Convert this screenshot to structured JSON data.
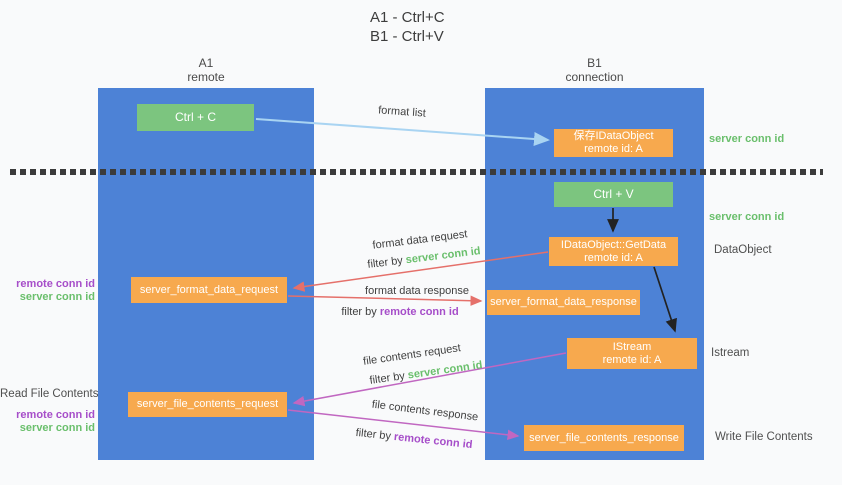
{
  "title": {
    "line1": "A1 - Ctrl+C",
    "line2": "B1 - Ctrl+V"
  },
  "columns": {
    "left": {
      "name": "A1",
      "subtitle": "remote"
    },
    "right": {
      "name": "B1",
      "subtitle": "connection"
    }
  },
  "nodes": {
    "ctrl_c": "Ctrl + C",
    "ctrl_v": "Ctrl + V",
    "save_dataobject": {
      "line1": "保存IDataObject",
      "line2": "remote id: A"
    },
    "getdata": {
      "line1": "IDataObject::GetData",
      "line2": "remote id: A"
    },
    "istream": {
      "line1": "IStream",
      "line2": "remote id: A"
    },
    "server_format_data_request": "server_format_data_request",
    "server_format_data_response": "server_format_data_response",
    "server_file_contents_request": "server_file_contents_request",
    "server_file_contents_response": "server_file_contents_response"
  },
  "side_labels": {
    "server_conn_id_top": "server conn id",
    "server_conn_id_middle": "server conn id",
    "dataobject": "DataObject",
    "istream": "Istream",
    "write_file_contents": "Write File Contents",
    "read_file_contents": "Read File Contents",
    "remote_conn_id_format": "remote conn id",
    "server_conn_id_format": "server conn id",
    "remote_conn_id_file": "remote conn id",
    "server_conn_id_file": "server conn id"
  },
  "arrow_labels": {
    "format_list": "format list",
    "format_data_request": "format data request",
    "format_data_response": "format data response",
    "file_contents_request": "file contents request",
    "file_contents_response": "file contents response",
    "filter_by": "filter by",
    "server_conn_id": "server conn id",
    "remote_conn_id": "remote conn id"
  },
  "colors": {
    "column_blue": "#4d82d6",
    "box_green": "#7cc57f",
    "box_orange": "#f7a94e",
    "label_green": "#6abf6c",
    "label_purple": "#a64ec9",
    "arrow_blue": "#a9d4f2",
    "arrow_red": "#e5706a",
    "arrow_magenta": "#c167c1",
    "arrow_black": "#222222",
    "dashed_line": "#3b3b3b"
  }
}
